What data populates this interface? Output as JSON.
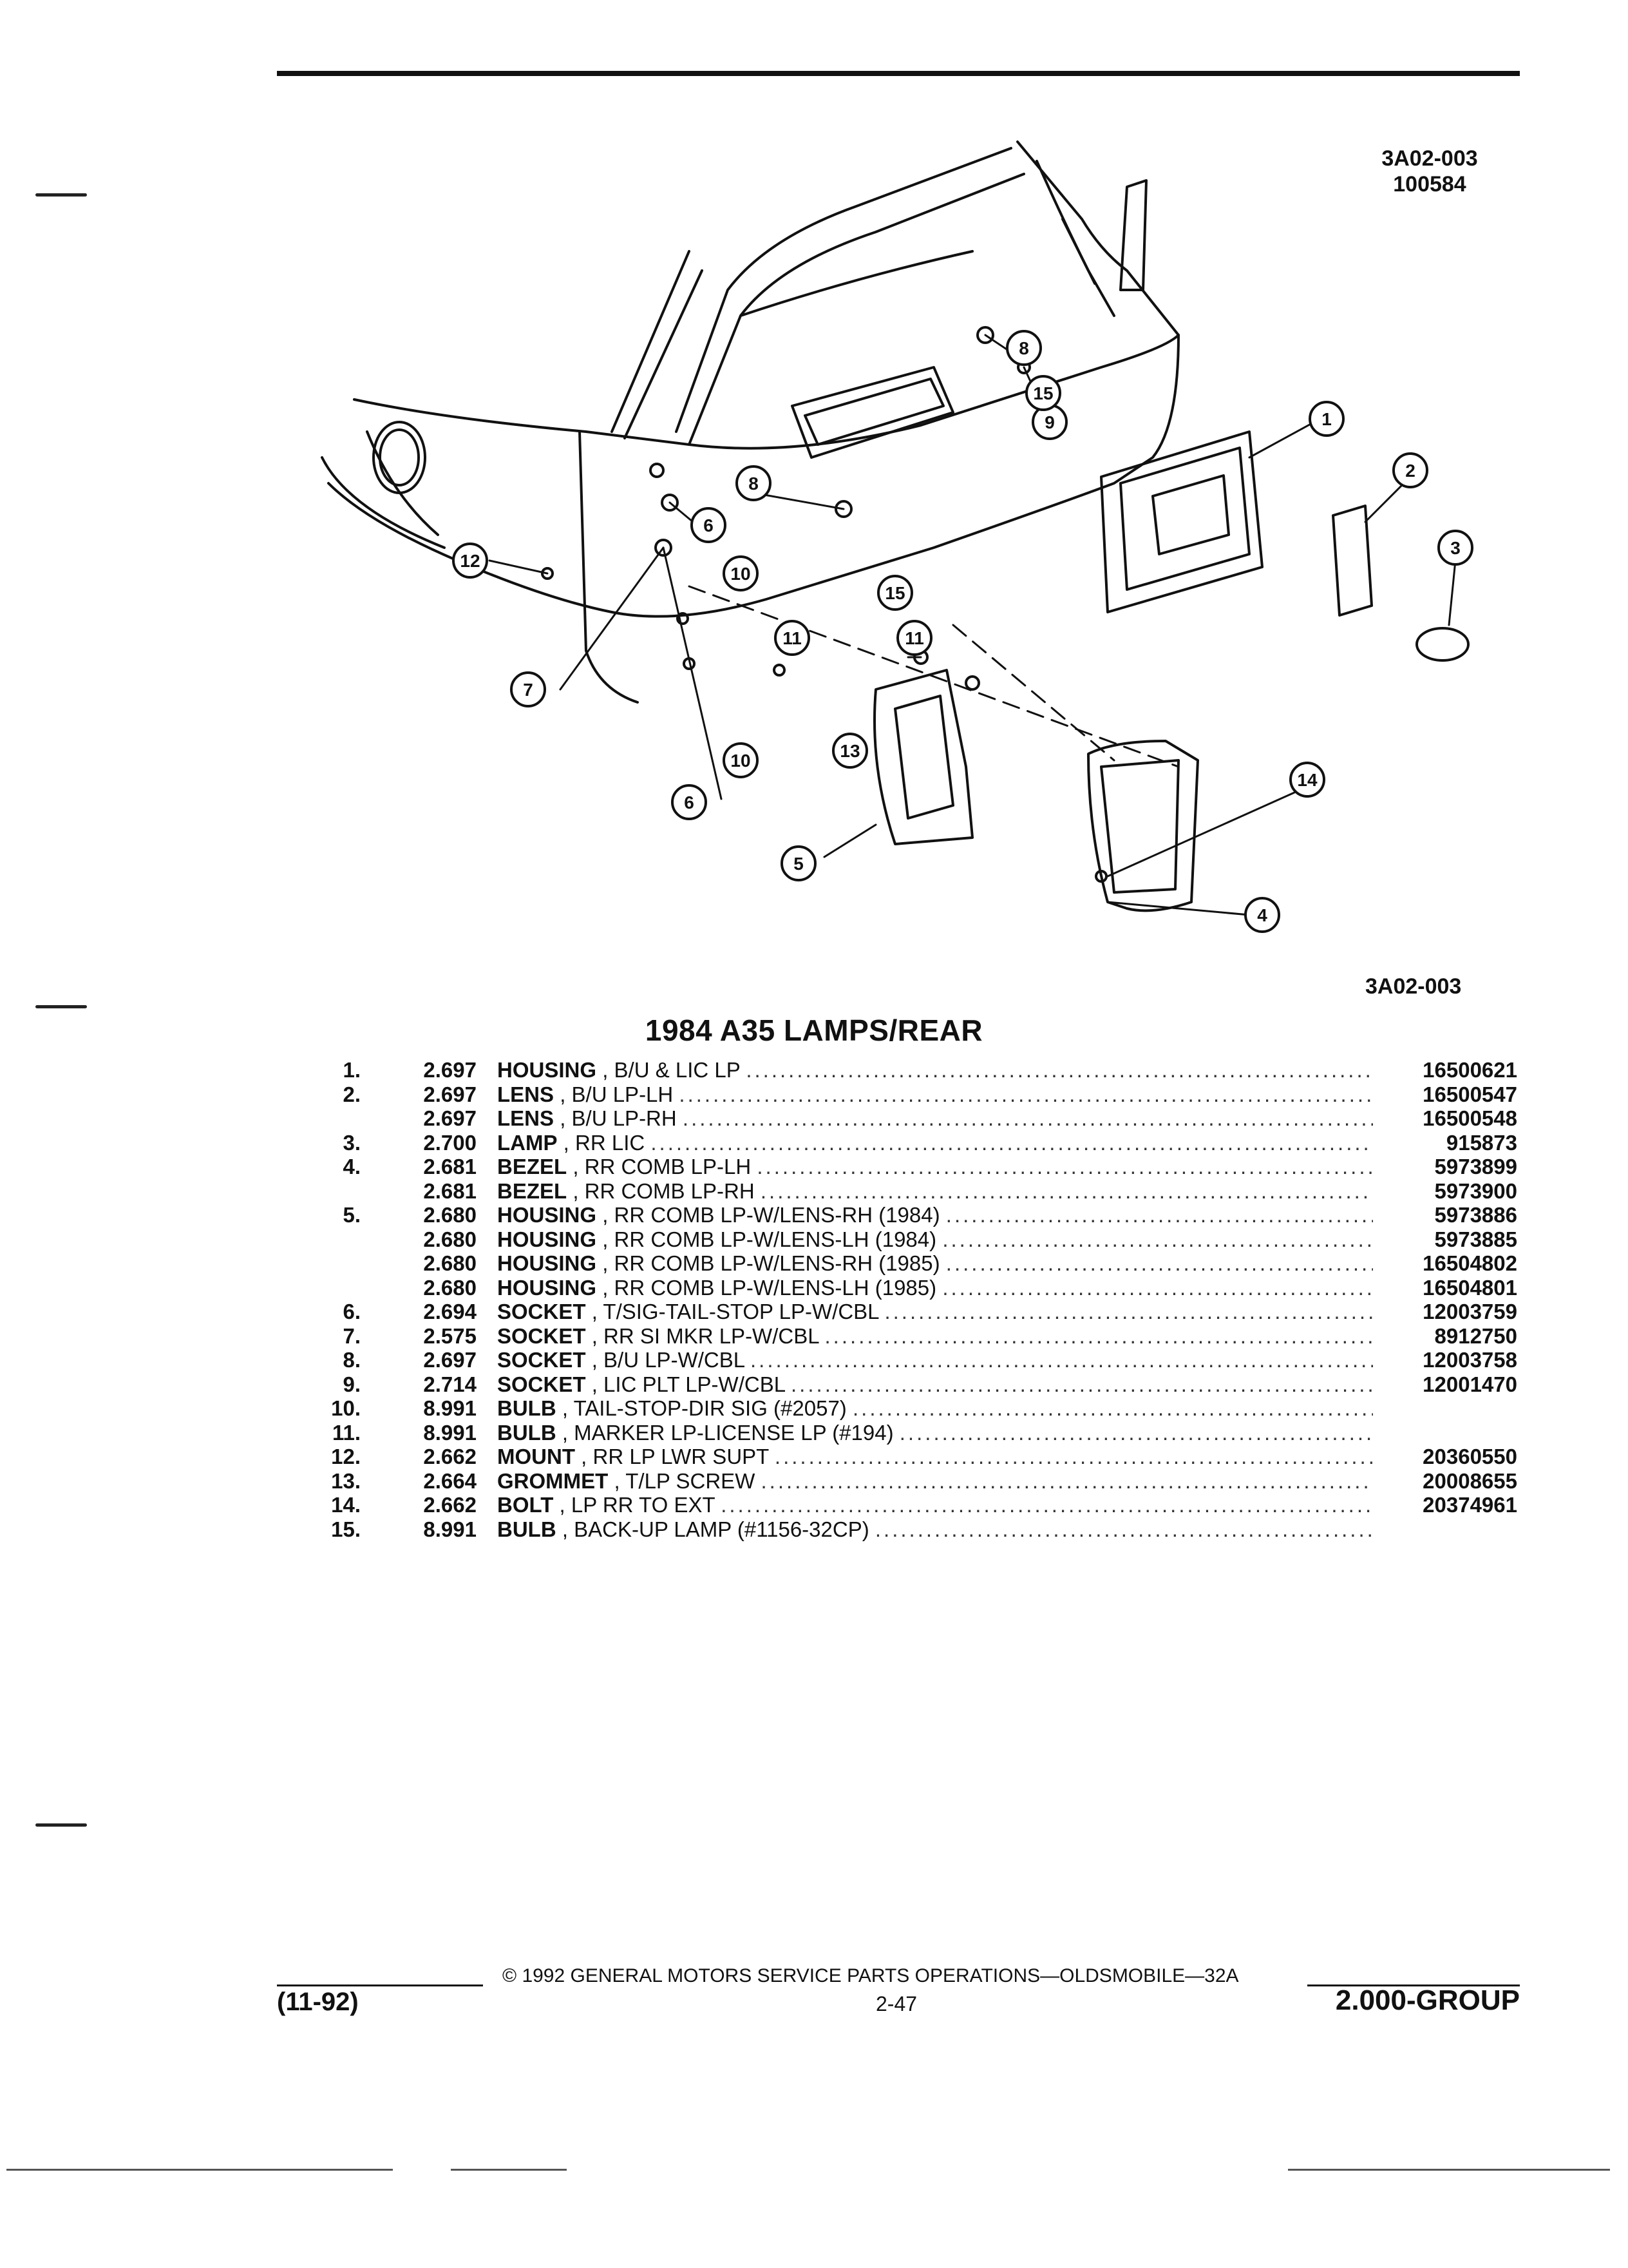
{
  "header": {
    "ref_code": "3A02-003",
    "ref_date": "100584"
  },
  "diagram": {
    "ref_code": "3A02-003",
    "callouts": [
      "1",
      "2",
      "3",
      "4",
      "5",
      "6",
      "6",
      "7",
      "8",
      "8",
      "9",
      "10",
      "10",
      "11",
      "11",
      "12",
      "13",
      "14",
      "15",
      "15"
    ]
  },
  "section_title": "1984 A35 LAMPS/REAR",
  "parts": [
    {
      "num": "1.",
      "grp": "2.697",
      "name": "HOUSING",
      "detail": ", B/U & LIC LP",
      "pn": "16500621"
    },
    {
      "num": "2.",
      "grp": "2.697",
      "name": "LENS",
      "detail": ", B/U LP-LH",
      "pn": "16500547"
    },
    {
      "num": "",
      "grp": "2.697",
      "name": "LENS",
      "detail": ", B/U LP-RH",
      "pn": "16500548"
    },
    {
      "num": "3.",
      "grp": "2.700",
      "name": "LAMP",
      "detail": ", RR LIC",
      "pn": "915873"
    },
    {
      "num": "4.",
      "grp": "2.681",
      "name": "BEZEL",
      "detail": ", RR COMB LP-LH",
      "pn": "5973899"
    },
    {
      "num": "",
      "grp": "2.681",
      "name": "BEZEL",
      "detail": ", RR COMB LP-RH",
      "pn": "5973900"
    },
    {
      "num": "5.",
      "grp": "2.680",
      "name": "HOUSING",
      "detail": ", RR COMB LP-W/LENS-RH (1984)",
      "pn": "5973886"
    },
    {
      "num": "",
      "grp": "2.680",
      "name": "HOUSING",
      "detail": ", RR COMB LP-W/LENS-LH (1984)",
      "pn": "5973885"
    },
    {
      "num": "",
      "grp": "2.680",
      "name": "HOUSING",
      "detail": ", RR COMB LP-W/LENS-RH (1985)",
      "pn": "16504802"
    },
    {
      "num": "",
      "grp": "2.680",
      "name": "HOUSING",
      "detail": ", RR COMB LP-W/LENS-LH (1985)",
      "pn": "16504801"
    },
    {
      "num": "6.",
      "grp": "2.694",
      "name": "SOCKET",
      "detail": ", T/SIG-TAIL-STOP LP-W/CBL",
      "pn": "12003759"
    },
    {
      "num": "7.",
      "grp": "2.575",
      "name": "SOCKET",
      "detail": ", RR SI MKR LP-W/CBL",
      "pn": "8912750"
    },
    {
      "num": "8.",
      "grp": "2.697",
      "name": "SOCKET",
      "detail": ", B/U LP-W/CBL",
      "pn": "12003758"
    },
    {
      "num": "9.",
      "grp": "2.714",
      "name": "SOCKET",
      "detail": ", LIC PLT LP-W/CBL",
      "pn": "12001470"
    },
    {
      "num": "10.",
      "grp": "8.991",
      "name": "BULB",
      "detail": ", TAIL-STOP-DIR SIG (#2057)",
      "pn": ""
    },
    {
      "num": "11.",
      "grp": "8.991",
      "name": "BULB",
      "detail": ", MARKER LP-LICENSE LP (#194)",
      "pn": ""
    },
    {
      "num": "12.",
      "grp": "2.662",
      "name": "MOUNT",
      "detail": ", RR LP LWR SUPT",
      "pn": "20360550"
    },
    {
      "num": "13.",
      "grp": "2.664",
      "name": "GROMMET",
      "detail": ", T/LP SCREW",
      "pn": "20008655"
    },
    {
      "num": "14.",
      "grp": "2.662",
      "name": "BOLT",
      "detail": ", LP RR TO EXT",
      "pn": "20374961"
    },
    {
      "num": "15.",
      "grp": "8.991",
      "name": "BULB",
      "detail": ", BACK-UP LAMP (#1156-32CP)",
      "pn": ""
    }
  ],
  "footer": {
    "copyright": "© 1992 GENERAL MOTORS SERVICE PARTS OPERATIONS—OLDSMOBILE—32A",
    "date_code": "(11-92)",
    "page": "2-47",
    "group": "2.000-GROUP"
  }
}
